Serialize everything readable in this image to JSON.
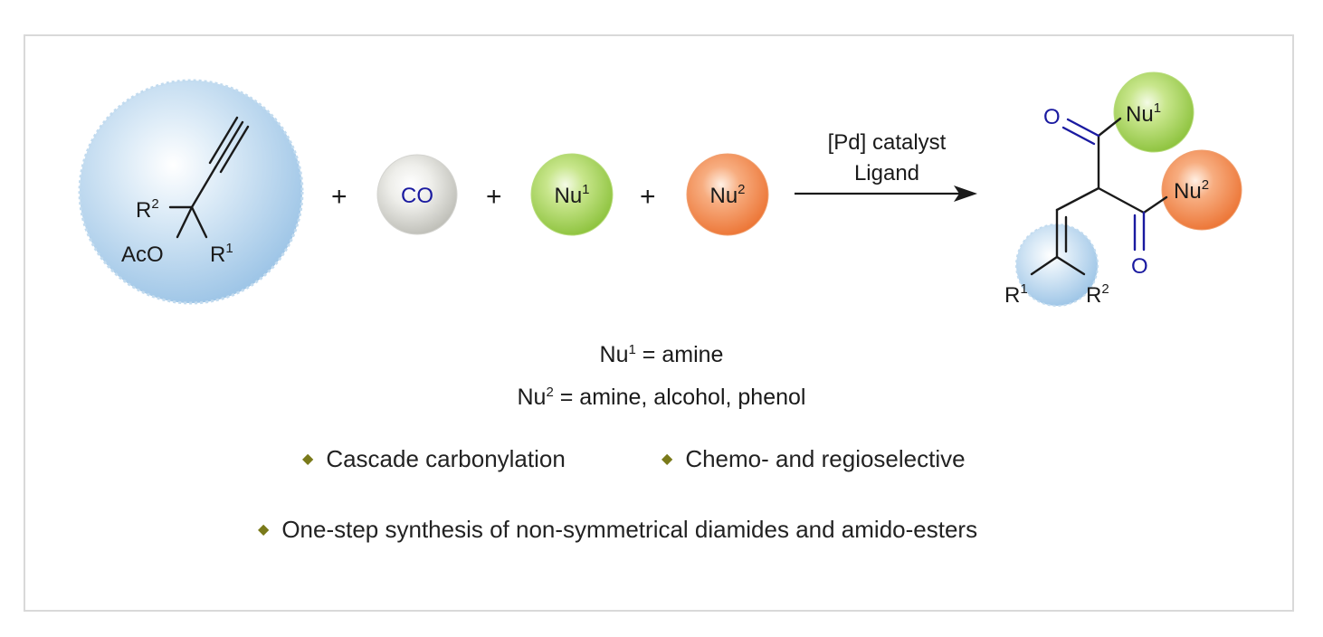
{
  "scheme": {
    "substrate": {
      "r2": "R",
      "r2_sup": "2",
      "r1": "R",
      "r1_sup": "1",
      "aco": "AcO"
    },
    "plus": "+",
    "co": "CO",
    "nu1": {
      "base": "Nu",
      "sup": "1"
    },
    "nu2": {
      "base": "Nu",
      "sup": "2"
    },
    "conditions": {
      "line1": "[Pd] catalyst",
      "line2": "Ligand"
    },
    "product": {
      "o_top": "O",
      "o_bottom": "O",
      "r1": "R",
      "r1_sup": "1",
      "r2": "R",
      "r2_sup": "2"
    }
  },
  "definitions": {
    "nu1": {
      "base": "Nu",
      "sup": "1",
      "rest": " = amine"
    },
    "nu2": {
      "base": "Nu",
      "sup": "2",
      "rest": " = amine, alcohol, phenol"
    }
  },
  "bullets": [
    "Cascade carbonylation",
    "Chemo- and regioselective",
    "One-step synthesis of non-symmetrical diamides and amido-esters"
  ],
  "colors": {
    "blue_sphere": "#a9cce8",
    "co_sphere": "#c9c9c4",
    "green_sphere": "#a8d45a",
    "orange_sphere": "#f08850",
    "carbonyl_blue": "#1a1aa0",
    "bullet_diamond": "#7a7a1a"
  }
}
